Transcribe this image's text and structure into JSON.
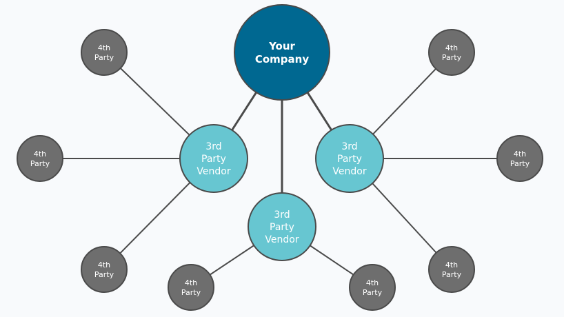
{
  "diagram": {
    "center": {
      "id": "company",
      "lines": [
        "Your",
        "Company"
      ],
      "kind": "company"
    },
    "vendors": [
      {
        "id": "vendor-left",
        "lines": [
          "3rd",
          "Party",
          "Vendor"
        ],
        "kind": "vendor"
      },
      {
        "id": "vendor-middle",
        "lines": [
          "3rd",
          "Party",
          "Vendor"
        ],
        "kind": "vendor"
      },
      {
        "id": "vendor-right",
        "lines": [
          "3rd",
          "Party",
          "Vendor"
        ],
        "kind": "vendor"
      }
    ],
    "fourth_parties": [
      {
        "id": "fp-left-top",
        "parent": "vendor-left",
        "lines": [
          "4th",
          "Party"
        ]
      },
      {
        "id": "fp-left-mid",
        "parent": "vendor-left",
        "lines": [
          "4th",
          "Party"
        ]
      },
      {
        "id": "fp-left-bottom",
        "parent": "vendor-left",
        "lines": [
          "4th",
          "Party"
        ]
      },
      {
        "id": "fp-middle-left",
        "parent": "vendor-middle",
        "lines": [
          "4th",
          "Party"
        ]
      },
      {
        "id": "fp-middle-right",
        "parent": "vendor-middle",
        "lines": [
          "4th",
          "Party"
        ]
      },
      {
        "id": "fp-right-top",
        "parent": "vendor-right",
        "lines": [
          "4th",
          "Party"
        ]
      },
      {
        "id": "fp-right-mid",
        "parent": "vendor-right",
        "lines": [
          "4th",
          "Party"
        ]
      },
      {
        "id": "fp-right-bottom",
        "parent": "vendor-right",
        "lines": [
          "4th",
          "Party"
        ]
      }
    ],
    "colors": {
      "company": "#006891",
      "vendor": "#67c6d1",
      "fourth_party": "#6e6e6e",
      "stroke": "#4a4a4a",
      "background": "#f8fafc"
    }
  }
}
